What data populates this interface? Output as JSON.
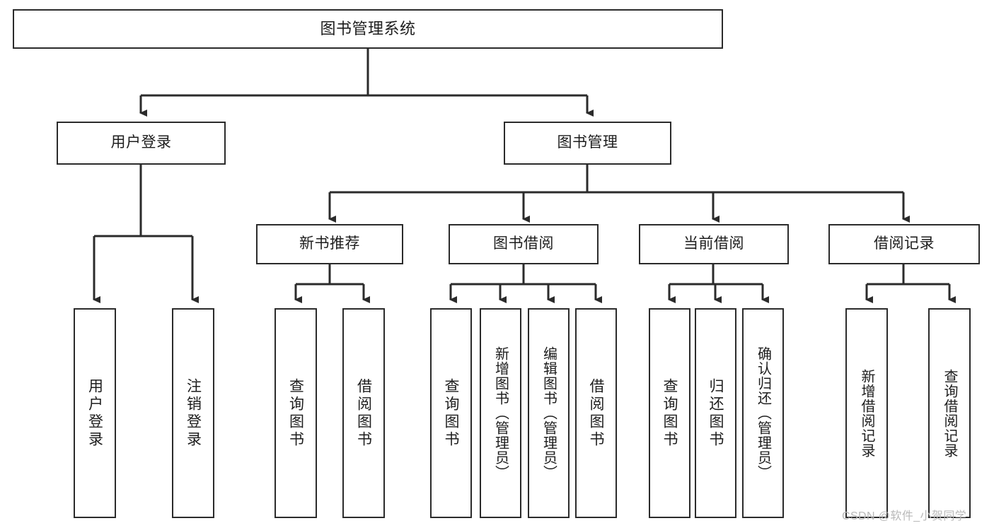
{
  "diagram": {
    "title": "图书管理系统",
    "type": "tree-hierarchy-chart",
    "root": {
      "label": "图书管理系统"
    },
    "level1": [
      {
        "label": "用户登录"
      },
      {
        "label": "图书管理"
      }
    ],
    "level2": [
      {
        "label": "新书推荐"
      },
      {
        "label": "图书借阅"
      },
      {
        "label": "当前借阅"
      },
      {
        "label": "借阅记录"
      }
    ],
    "leaves": {
      "user_login": [
        {
          "label": "用户登录"
        },
        {
          "label": "注销登录"
        }
      ],
      "new_book_recommend": [
        {
          "label": "查询图书"
        },
        {
          "label": "借阅图书"
        }
      ],
      "book_borrow": [
        {
          "label": "查询图书"
        },
        {
          "label": "新增图书（管理员）"
        },
        {
          "label": "编辑图书（管理员）"
        },
        {
          "label": "借阅图书"
        }
      ],
      "current_borrow": [
        {
          "label": "查询图书"
        },
        {
          "label": "归还图书"
        },
        {
          "label": "确认归还（管理员）"
        }
      ],
      "borrow_record": [
        {
          "label": "新增借阅记录"
        },
        {
          "label": "查询借阅记录"
        }
      ]
    }
  },
  "watermark": {
    "text": "CSDN @软件_小贺同学"
  },
  "colors": {
    "stroke": "#2b2b2b",
    "box_fill": "#ffffff",
    "text": "#1d1d1d",
    "watermark": "#b9b9b9",
    "background": "#ffffff"
  }
}
